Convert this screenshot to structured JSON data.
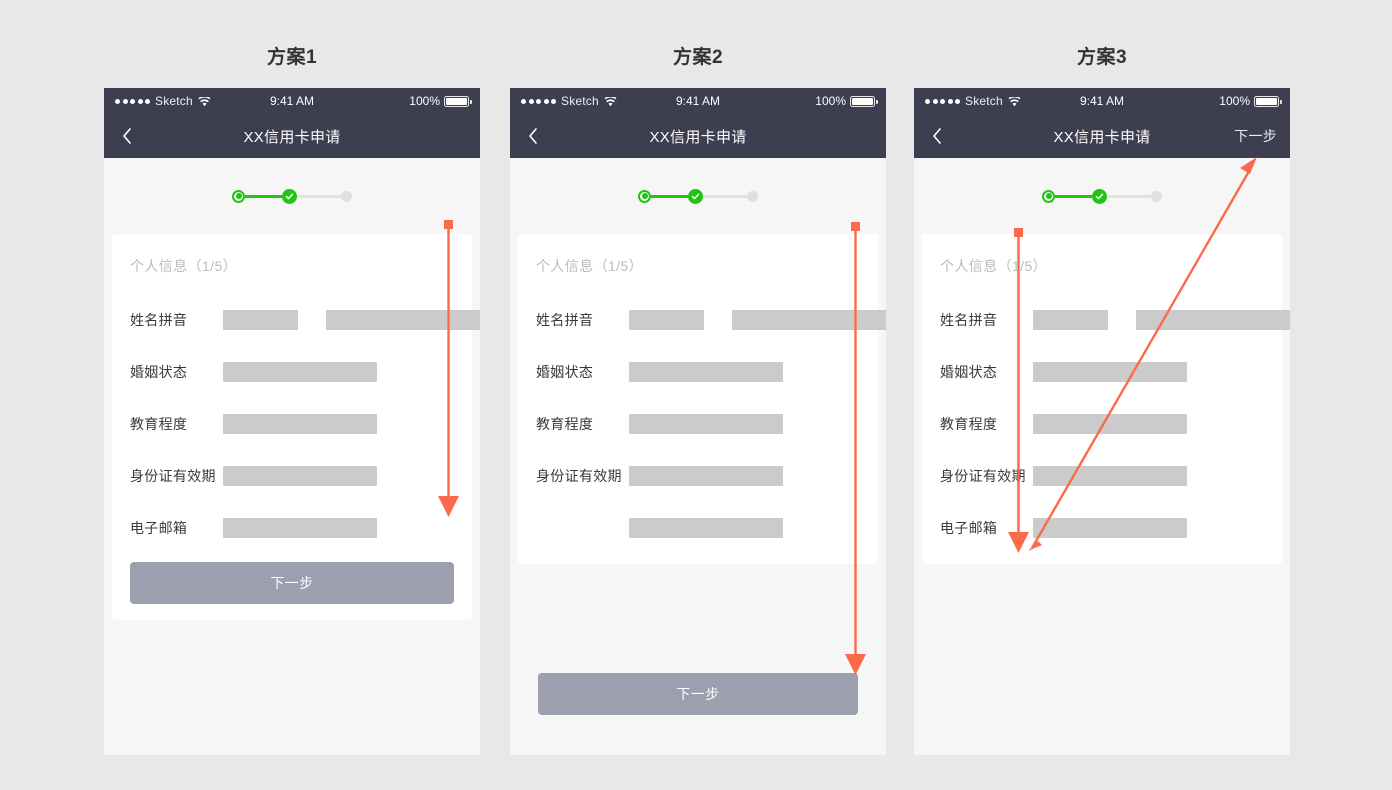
{
  "page": {
    "background_color": "#e8e8e8",
    "accent_annotation_color": "#fa6a4b",
    "stepper_active_color": "#22c412",
    "navbar_color": "#3d3f50",
    "primary_button_color": "#9c9fae"
  },
  "mockups": [
    {
      "title": "方案1",
      "status_bar": {
        "carrier": "Sketch",
        "time": "9:41 AM",
        "battery": "100%"
      },
      "nav": {
        "title": "XX信用卡申请",
        "action": "",
        "back_icon": "chevron-left-icon"
      },
      "card": {
        "title": "个人信息（1/5）",
        "rows": [
          {
            "label": "姓名拼音",
            "fields": [
              "sm",
              "lg"
            ]
          },
          {
            "label": "婚姻状态",
            "fields": [
              "wide"
            ]
          },
          {
            "label": "教育程度",
            "fields": [
              "wide"
            ]
          },
          {
            "label": "身份证有效期",
            "fields": [
              "wide"
            ]
          },
          {
            "label": "电子邮箱",
            "fields": [
              "wide"
            ]
          }
        ]
      },
      "button": {
        "label": "下一步",
        "placement": "in-card"
      }
    },
    {
      "title": "方案2",
      "status_bar": {
        "carrier": "Sketch",
        "time": "9:41 AM",
        "battery": "100%"
      },
      "nav": {
        "title": "XX信用卡申请",
        "action": "",
        "back_icon": "chevron-left-icon"
      },
      "card": {
        "title": "个人信息（1/5）",
        "rows": [
          {
            "label": "姓名拼音",
            "fields": [
              "sm",
              "lg"
            ]
          },
          {
            "label": "婚姻状态",
            "fields": [
              "wide"
            ]
          },
          {
            "label": "教育程度",
            "fields": [
              "wide"
            ]
          },
          {
            "label": "身份证有效期",
            "fields": [
              "wide"
            ]
          },
          {
            "label": "",
            "fields": [
              "wide"
            ]
          }
        ]
      },
      "button": {
        "label": "下一步",
        "placement": "floating-bottom"
      }
    },
    {
      "title": "方案3",
      "status_bar": {
        "carrier": "Sketch",
        "time": "9:41 AM",
        "battery": "100%"
      },
      "nav": {
        "title": "XX信用卡申请",
        "action": "下一步",
        "back_icon": "chevron-left-icon"
      },
      "card": {
        "title": "个人信息（1/5）",
        "rows": [
          {
            "label": "姓名拼音",
            "fields": [
              "sm",
              "lg"
            ]
          },
          {
            "label": "婚姻状态",
            "fields": [
              "wide"
            ]
          },
          {
            "label": "教育程度",
            "fields": [
              "wide"
            ]
          },
          {
            "label": "身份证有效期",
            "fields": [
              "wide"
            ]
          },
          {
            "label": "电子邮箱",
            "fields": [
              "wide"
            ]
          }
        ]
      },
      "button": {
        "label": "",
        "placement": "navbar"
      }
    }
  ]
}
